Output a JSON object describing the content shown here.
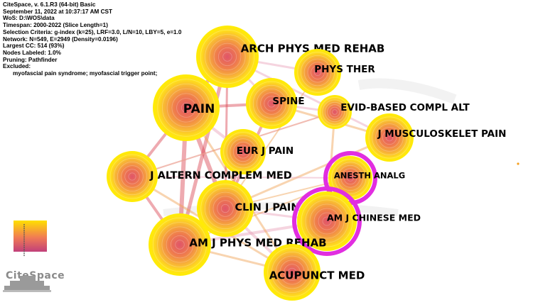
{
  "info": {
    "lines": [
      "CiteSpace, v. 6.1.R3 (64-bit) Basic",
      "September 11, 2022 at 10:37:17 AM CST",
      "WoS: D:\\WOS\\data",
      "Timespan: 2000-2022 (Slice Length=1)",
      "Selection Criteria: g-index (k=25), LRF=3.0, L/N=10, LBY=5, e=1.0",
      "Network: N=549, E=2949 (Density=0.0196)",
      "Largest CC: 514 (93%)",
      "Nodes Labeled: 1.0%",
      "Pruning: Pathfinder",
      "Excluded:",
      "myofascial pain syndrome; myofascial trigger point;"
    ]
  },
  "logo": {
    "text": "CiteSpace"
  },
  "colors": {
    "ring_outer": "#ffe600",
    "ring_mid": "#f5a63a",
    "ring_inner": "#e0556a",
    "purple_ring": "#e12ee0",
    "edge_red": "#d9434f",
    "edge_orange": "#f0a050",
    "edge_pink": "#e9a0b8"
  },
  "network": {
    "nodes": [
      {
        "id": "arch",
        "label": "ARCH PHYS MED REHAB",
        "size": 5,
        "centrality_ring": false
      },
      {
        "id": "physther",
        "label": "PHYS THER",
        "size": 3,
        "centrality_ring": false
      },
      {
        "id": "pain",
        "label": "PAIN",
        "size": 5,
        "centrality_ring": false
      },
      {
        "id": "spine",
        "label": "SPINE",
        "size": 4,
        "centrality_ring": false
      },
      {
        "id": "evid",
        "label": "EVID-BASED COMPL ALT",
        "size": 2,
        "centrality_ring": false
      },
      {
        "id": "jmsk",
        "label": "J MUSCULOSKELET PAIN",
        "size": 3,
        "centrality_ring": false
      },
      {
        "id": "eurj",
        "label": "EUR J PAIN",
        "size": 3,
        "centrality_ring": false
      },
      {
        "id": "jaltern",
        "label": "J ALTERN COMPLEM MED",
        "size": 3,
        "centrality_ring": false
      },
      {
        "id": "anesth",
        "label": "ANESTH ANALG",
        "size": 2,
        "centrality_ring": true
      },
      {
        "id": "clinj",
        "label": "CLIN J PAIN",
        "size": 4,
        "centrality_ring": false
      },
      {
        "id": "amjch",
        "label": "AM J CHINESE MED",
        "size": 3,
        "centrality_ring": true
      },
      {
        "id": "amjphys",
        "label": "AM J PHYS MED REHAB",
        "size": 5,
        "centrality_ring": false
      },
      {
        "id": "acup",
        "label": "ACUPUNCT MED",
        "size": 4,
        "centrality_ring": false
      }
    ]
  }
}
